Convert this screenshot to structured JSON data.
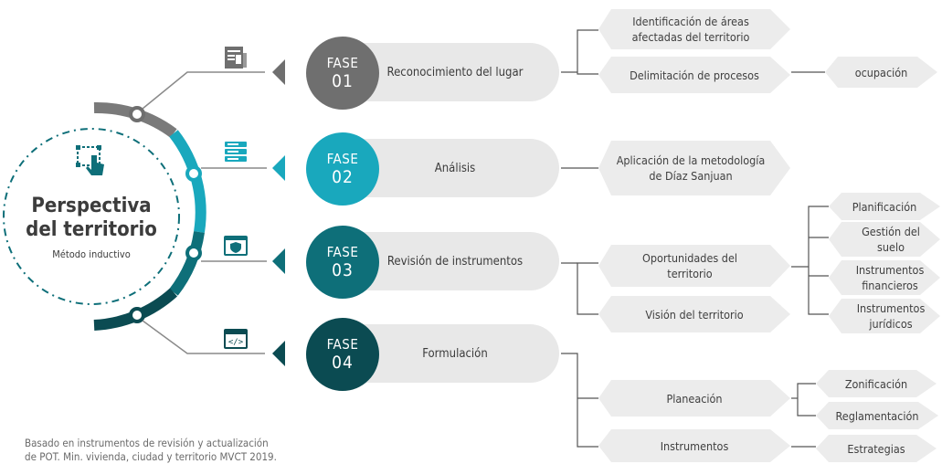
{
  "center": {
    "title_line1": "Perspectiva",
    "title_line2": "del territorio",
    "subtitle": "Método inductivo"
  },
  "phases": [
    {
      "label": "FASE",
      "number": "01",
      "title": "Reconocimiento  del lugar",
      "color": "#6f6f6f"
    },
    {
      "label": "FASE",
      "number": "02",
      "title": "Análisis",
      "color": "#19a8bd"
    },
    {
      "label": "FASE",
      "number": "03",
      "title": "Revisión de instrumentos",
      "color": "#0e6f79"
    },
    {
      "label": "FASE",
      "number": "04",
      "title": "Formulación",
      "color": "#0b4b52"
    }
  ],
  "nodes": {
    "identificacion": "Identificación de áreas afectadas del territorio",
    "delimitacion": "Delimitación de procesos",
    "ocupacion": "ocupación",
    "aplicacion": "Aplicación de la metodología de Díaz Sanjuan",
    "oportunidades": "Oportunidades del territorio",
    "vision": "Visión del territorio",
    "planificacion": "Planificación",
    "gestion": "Gestión del suelo",
    "financieros": "Instrumentos financieros",
    "juridicos": "Instrumentos jurídicos",
    "planeacion": "Planeación",
    "instrumentos": "Instrumentos",
    "zonificacion": "Zonificación",
    "reglamentacion": "Reglamentación",
    "estrategias": "Estrategias"
  },
  "footnote": {
    "line1": "Basado en instrumentos de revisión y actualización",
    "line2": "de POT. Min. vivienda, ciudad y territorio MVCT 2019."
  },
  "colors": {
    "gray": "#6f6f6f",
    "cyan": "#19a8bd",
    "teal": "#0e6f79",
    "dark_teal": "#0b4b52"
  },
  "icons": [
    "document-icon",
    "server-list-icon",
    "browser-shield-icon",
    "code-window-icon",
    "touch-grid-icon"
  ]
}
